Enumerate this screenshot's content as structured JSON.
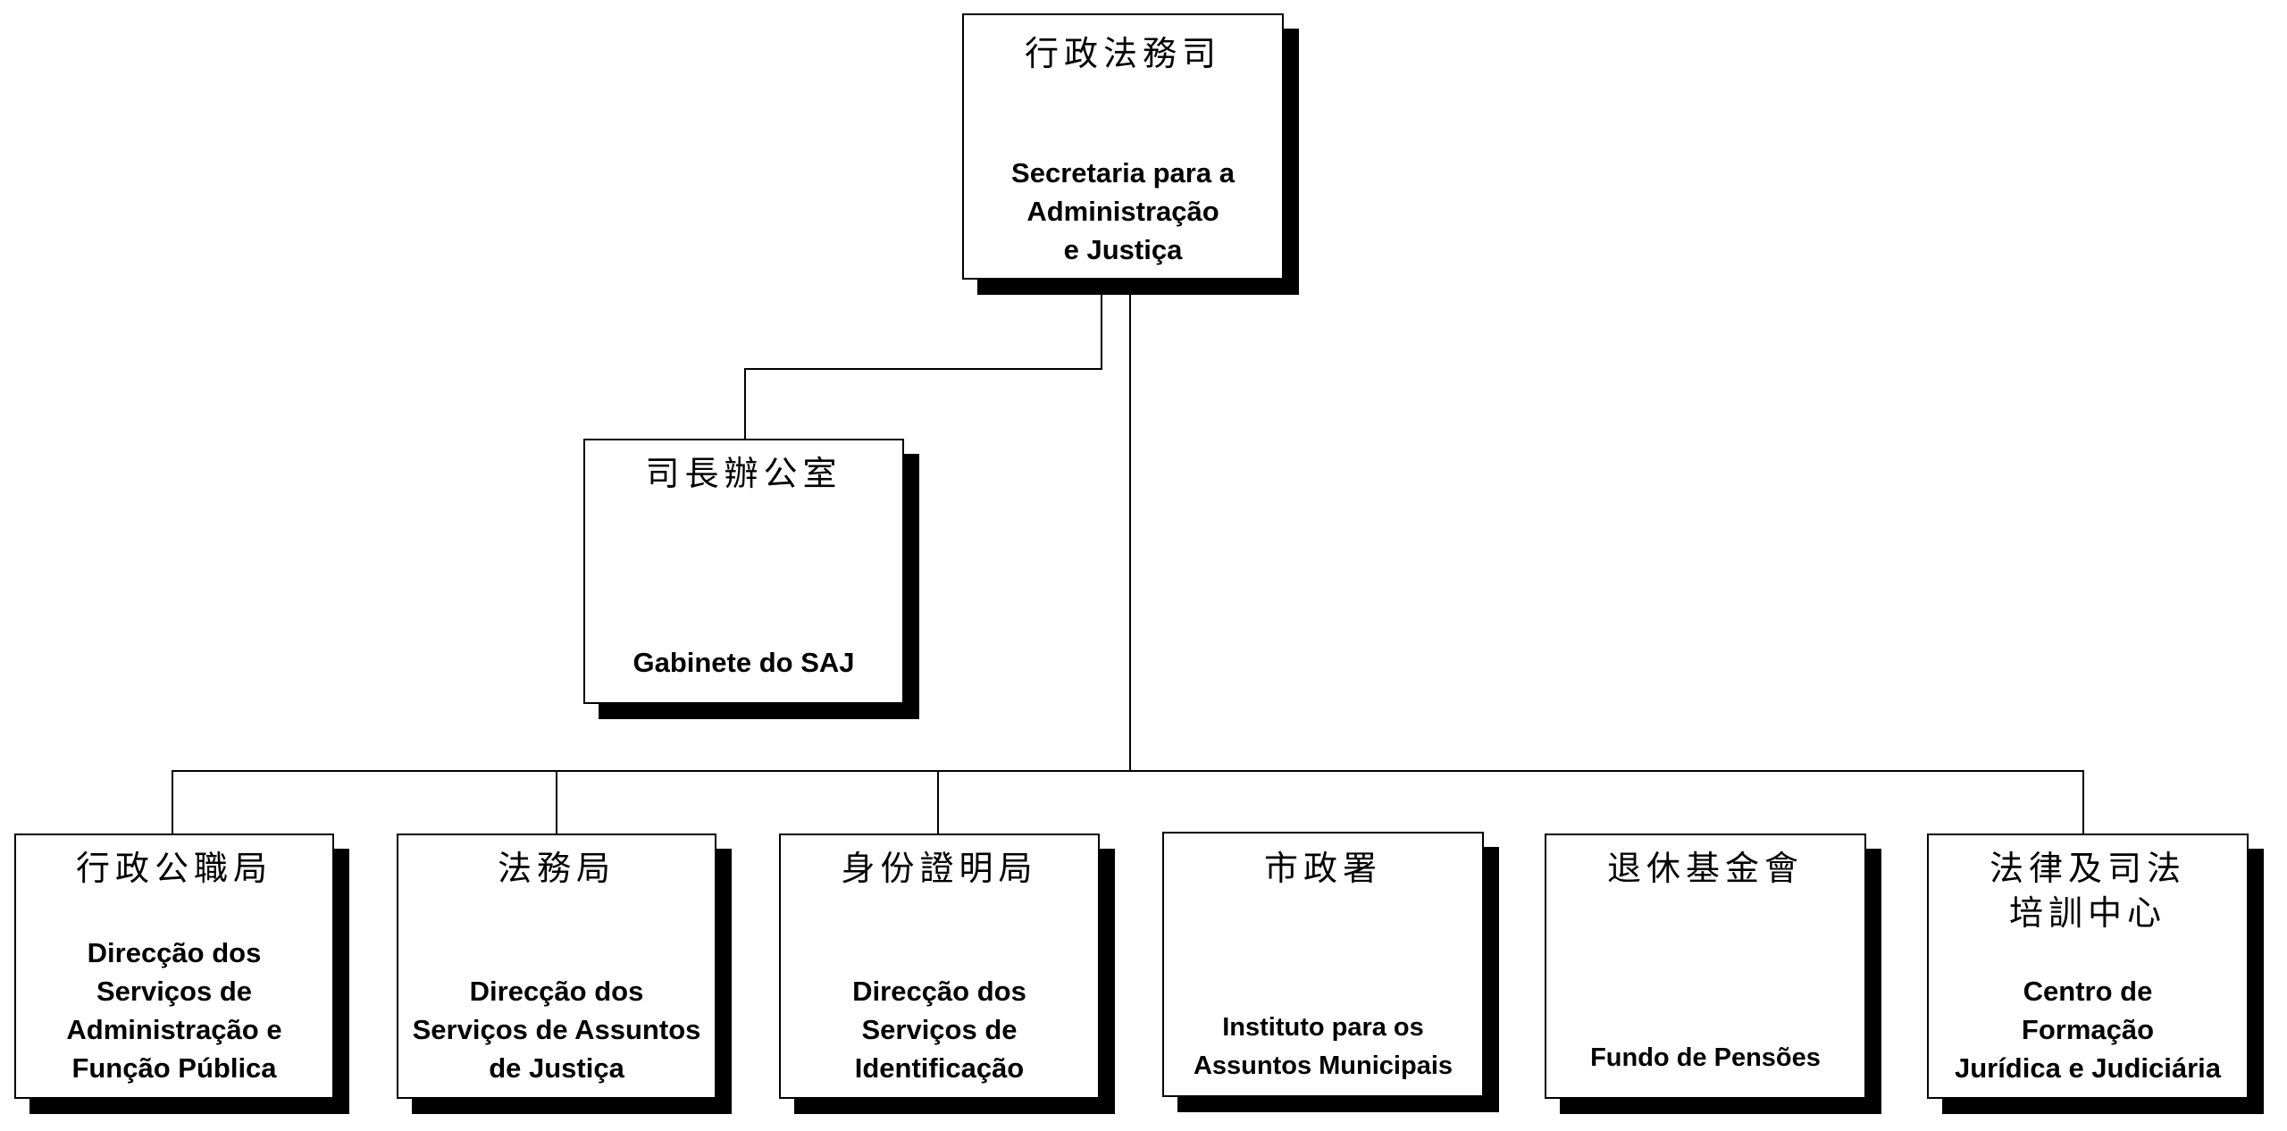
{
  "colors": {
    "line": "#000000",
    "box_fill": "#ffffff",
    "shadow": "#000000"
  },
  "top": {
    "zh": "行政法務司",
    "pt": "Secretaria para a\nAdministração\ne Justiça"
  },
  "cabinet": {
    "zh": "司長辦公室",
    "pt": "Gabinete do SAJ"
  },
  "departments": [
    {
      "zh": "行政公職局",
      "pt": "Direcção dos\nServiços de\nAdministração e\nFunção Pública"
    },
    {
      "zh": "法務局",
      "pt": "Direcção dos\nServiços de Assuntos\nde Justiça"
    },
    {
      "zh": "身份證明局",
      "pt": "Direcção dos\nServiços de\nIdentificação"
    },
    {
      "zh": "市政署",
      "pt": "Instituto para os\nAssuntos Municipais"
    },
    {
      "zh": "退休基金會",
      "pt": "Fundo de Pensões"
    },
    {
      "zh": "法律及司法\n培訓中心",
      "pt": "Centro de\nFormação\nJurídica e Judiciária"
    }
  ]
}
